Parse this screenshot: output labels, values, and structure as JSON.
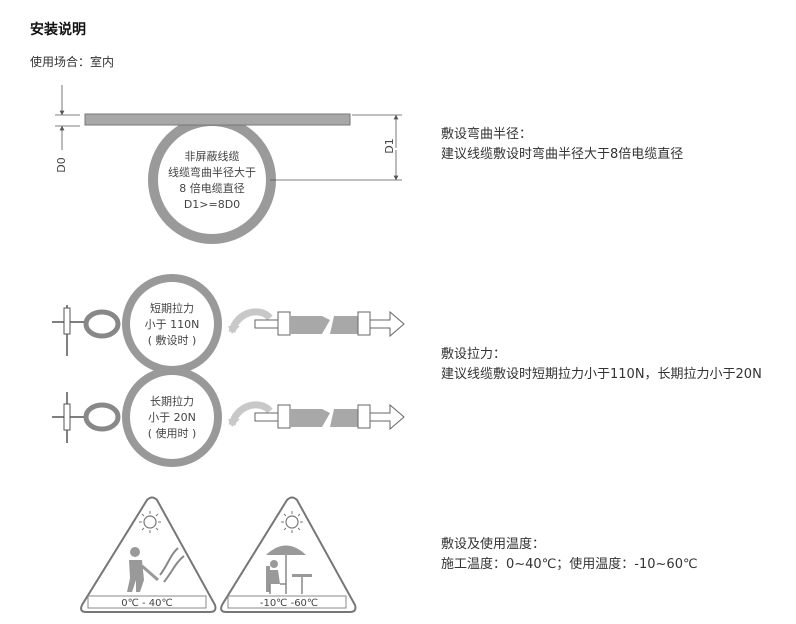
{
  "header": {
    "title": "安装说明",
    "usage": "使用场合：室内"
  },
  "bend": {
    "circle_lines": [
      "非屏蔽线缆",
      "线缆弯曲半径大于",
      "8 倍电缆直径",
      "D1>=8D0"
    ],
    "d0_label": "D0",
    "d1_label": "D1",
    "heading": "敷设弯曲半径：",
    "text": "建议线缆敷设时弯曲半径大于8倍电缆直径"
  },
  "tension": {
    "short_lines": [
      "短期拉力",
      "小于 110N",
      "( 敷设时 )"
    ],
    "long_lines": [
      "长期拉力",
      "小于 20N",
      "( 使用时 )"
    ],
    "heading": "敷设拉力：",
    "text": "建议线缆敷设时短期拉力小于110N，长期拉力小于20N"
  },
  "temperature": {
    "install_range": "0℃ - 40℃",
    "use_range": "-10℃ -60℃",
    "heading": "敷设及使用温度：",
    "text": "施工温度：0~40℃；使用温度：-10~60℃"
  }
}
